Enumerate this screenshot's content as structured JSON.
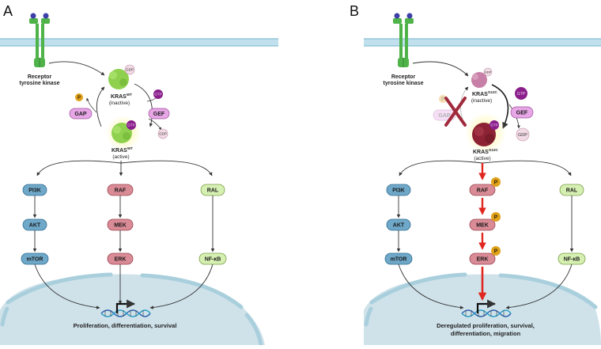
{
  "panels": {
    "A": {
      "letter": "A",
      "receptor_line1": "Receptor",
      "receptor_line2": "tyrosine kinase",
      "kras_inactive_name": "KRAS",
      "kras_inactive_sup": "WT",
      "kras_inactive_state": "(inactive)",
      "kras_active_name": "KRAS",
      "kras_active_sup": "WT",
      "kras_active_state": "(active)",
      "gap": "GAP",
      "gef": "GEF",
      "p": "P",
      "gdp_top": "GDP",
      "gtp_right": "GTP",
      "gdp_right": "GDP",
      "gtp_active": "GTP",
      "pi3k": "PI3K",
      "akt": "AKT",
      "mtor": "mTOR",
      "raf": "RAF",
      "mek": "MEK",
      "erk": "ERK",
      "ral": "RAL",
      "nfkb": "NF-κB",
      "caption_line1": "Proliferation, differentiation, survival",
      "caption_line2": ""
    },
    "B": {
      "letter": "B",
      "receptor_line1": "Receptor",
      "receptor_line2": "tyrosine kinase",
      "kras_inactive_name": "KRAS",
      "kras_inactive_sup": "G12C",
      "kras_inactive_state": "(inactive)",
      "kras_active_name": "KRAS",
      "kras_active_sup": "G12C",
      "kras_active_state": "(active)",
      "gap": "GAP",
      "gef": "GEF",
      "p": "P",
      "gdp_top": "GDP",
      "gtp_right": "GTP",
      "gdp_right": "GDP",
      "gtp_active": "GTP",
      "pi3k": "PI3K",
      "akt": "AKT",
      "mtor": "mTOR",
      "raf": "RAF",
      "mek": "MEK",
      "erk": "ERK",
      "ral": "RAL",
      "nfkb": "NF-κB",
      "phospho": "P",
      "caption_line1": "Deregulated proliferation, survival,",
      "caption_line2": "differentiation, migration"
    }
  },
  "colors": {
    "membrane": "#a9d3e4",
    "membrane_line": "#6aa9c4",
    "receptor": "#4fb34a",
    "receptor_top": "#3d3fa8",
    "nucleus": "#cfe2ea",
    "nucleus_edge": "#9cc6d6",
    "pi3k_fill": "#6fa8c9",
    "raf_fill": "#d98b96",
    "ral_fill": "#d6efb2",
    "gap_fill": "#e7a6e6",
    "gef_fill": "#e7a6e6",
    "gtp_fill": "#8a1f8c",
    "gdp_fill": "#f3dbe6",
    "kras_wt": "#8fd14f",
    "kras_g12c_inactive": "#c87fa7",
    "kras_g12c_active": "#8c2233",
    "p_fill": "#e0a21c",
    "red_arrow": "#e0261f",
    "cross": "#a02a3b",
    "glow": "#fbf08a"
  }
}
